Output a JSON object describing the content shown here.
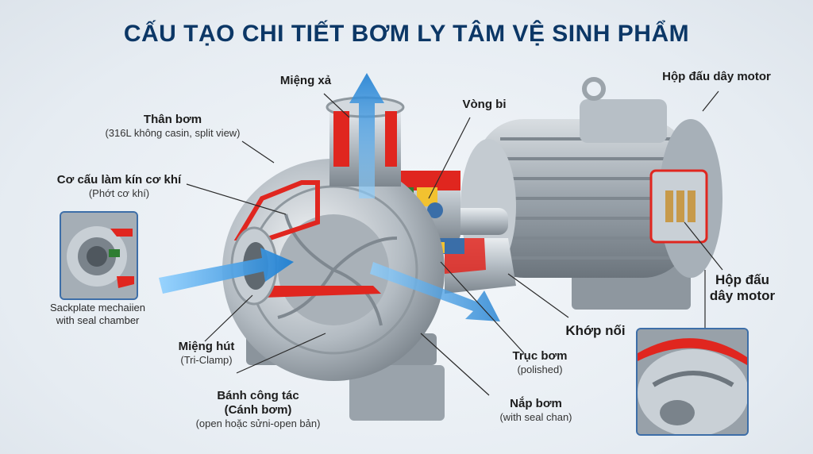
{
  "title": "CẤU TẠO CHI TIẾT BƠM LY TÂM VỆ SINH PHẨM",
  "labels": {
    "mieng_xa": {
      "main": "Miệng xả"
    },
    "than_bom": {
      "main": "Thân bơm",
      "sub": "(316L không casin, split view)"
    },
    "co_cau": {
      "main": "Cơ cấu làm kín cơ khí",
      "sub": "(Phớt cơ khí)"
    },
    "backplate": {
      "text": "Sackplate mechaiien\nwith seal chamber"
    },
    "mieng_hut": {
      "main": "Miệng hút",
      "sub": "(Tri-Clamp)"
    },
    "banh_cong_tac": {
      "main": "Bánh công tác",
      "main2": "(Cánh bơm)",
      "sub": "(open hoặc sửni-open bản)"
    },
    "vong_bi": {
      "main": "Vòng bi"
    },
    "hop_dau_top": {
      "main": "Hộp đấu dây motor"
    },
    "hop_dau_right": {
      "main": "Hộp đấu",
      "main2": "dây motor"
    },
    "khop_noi": {
      "main": "Khớp nối"
    },
    "truc_bom": {
      "main": "Trục bơm",
      "sub": "(polished)"
    },
    "nap_bom": {
      "main": "Nắp bơm",
      "sub": "(with seal chan)"
    }
  },
  "colors": {
    "title": "#0c3766",
    "cut": "#e0261f",
    "flow": "#3a9ee0",
    "metal": "#b9c1c8",
    "inset_border": "#3d6ea8"
  }
}
